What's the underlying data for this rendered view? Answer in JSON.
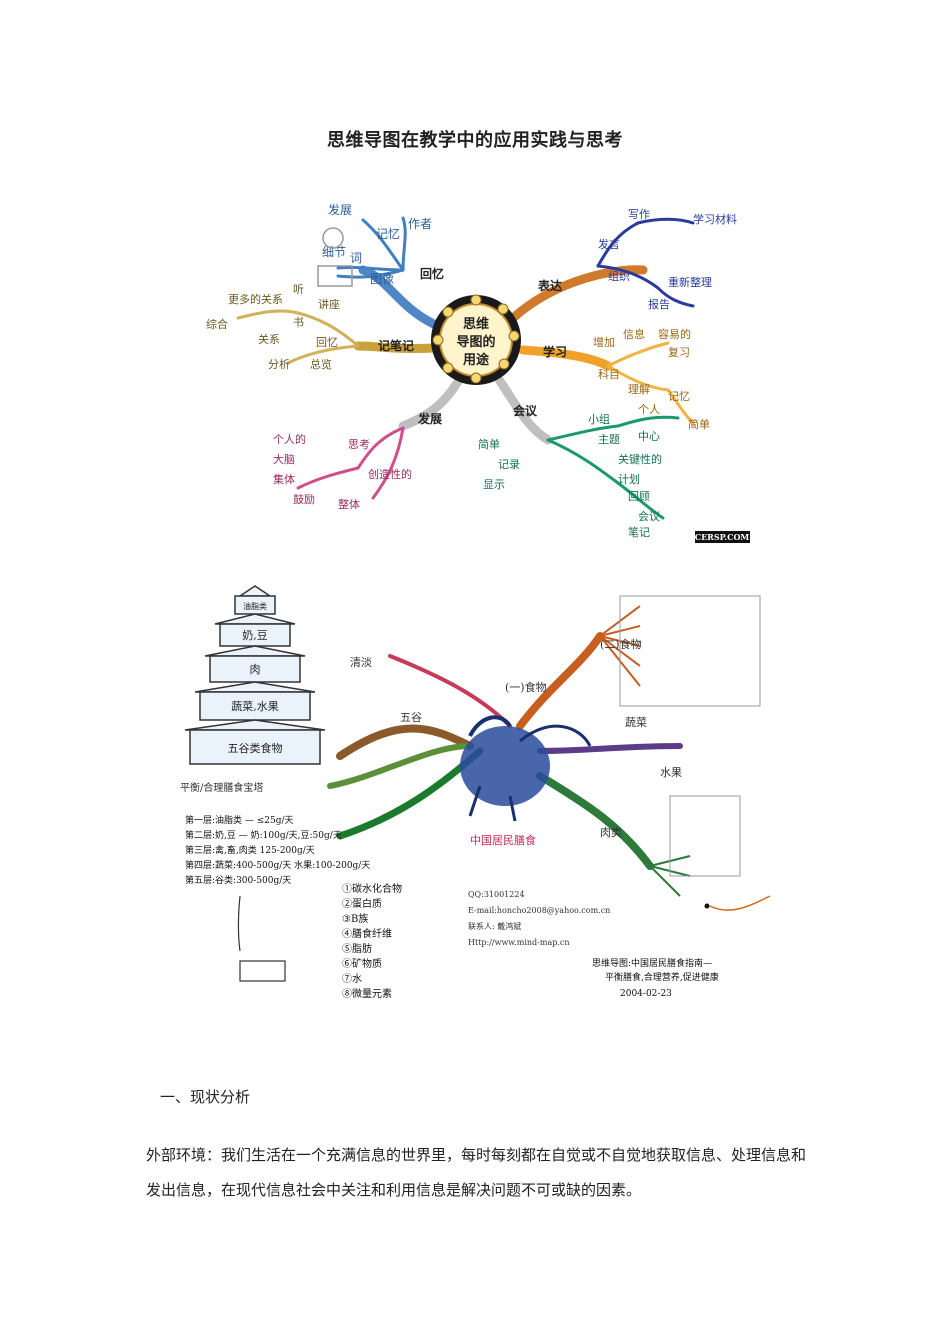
{
  "doc": {
    "title": "思维导图在教学中的应用实践与思考",
    "section_heading": "一、现状分析",
    "paragraph": "外部环境：我们生活在一个充满信息的世界里，每时每刻都在自觉或不自觉地获取信息、处理信息和发出信息，在现代信息社会中关注和利用信息是解决问题不可或缺的因素。"
  },
  "mindmap1": {
    "center_lines": [
      "思维",
      "导图的",
      "用途"
    ],
    "branches": [
      "回忆",
      "表达",
      "学习",
      "记笔记",
      "发展",
      "会议"
    ],
    "subs": {
      "recall": [
        "记忆",
        "词",
        "图像",
        "发展",
        "细节",
        "作者"
      ],
      "express": [
        "写作",
        "学习材料",
        "发言",
        "重新整理",
        "组织",
        "报告"
      ],
      "study": [
        "增加",
        "信息",
        "容易的",
        "复习",
        "科目",
        "理解",
        "记忆",
        "个人",
        "简单"
      ],
      "notes": [
        "听",
        "讲座",
        "书",
        "综合",
        "关系",
        "回忆",
        "分析",
        "总览",
        "更多的关系"
      ],
      "develop": [
        "个人的",
        "大脑",
        "思考",
        "创造性的",
        "集体",
        "整体",
        "鼓励"
      ],
      "meeting": [
        "小组",
        "主题",
        "中心",
        "关键性的",
        "计划",
        "回顾",
        "会议",
        "笔记",
        "简单",
        "记录",
        "显示"
      ]
    },
    "watermark": "CERSP.COM"
  },
  "mindmap2": {
    "pagoda": [
      "油脂类",
      "奶,豆",
      "肉",
      "蔬菜,水果",
      "五谷类食物"
    ],
    "center_label": "中国居民膳食",
    "left_notes": [
      "第一层:油脂类 — ≤25g/天",
      "第二层:奶,豆 — 奶:100g/天,豆:50g/天",
      "第三层:禽,畜,肉类  125-200g/天",
      "第四层:蔬菜:400-500g/天 水果:100-200g/天",
      "第五层:谷类:300-500g/天"
    ],
    "nutrients": [
      "①碳水化合物",
      "②蛋白质",
      "③B族",
      "④膳食纤维",
      "⑤脂肪",
      "⑥矿物质",
      "⑦水",
      "⑧微量元素"
    ],
    "contact": [
      "QQ:31001224",
      "E-mail:honcho2008@yahoo.com.cn",
      "联系人: 戴鸿斌",
      "Http://www.mind-map.cn"
    ],
    "signature": [
      "思维导图:中国居民膳食指南—",
      "平衡膳食,合理营养,促进健康",
      "2004-02-23"
    ],
    "branch_words": [
      "(一)食物",
      "清淡",
      "(二)食物",
      "平衡/合理膳食宝塔",
      "五谷",
      "水果",
      "蔬菜",
      "肉类"
    ]
  }
}
